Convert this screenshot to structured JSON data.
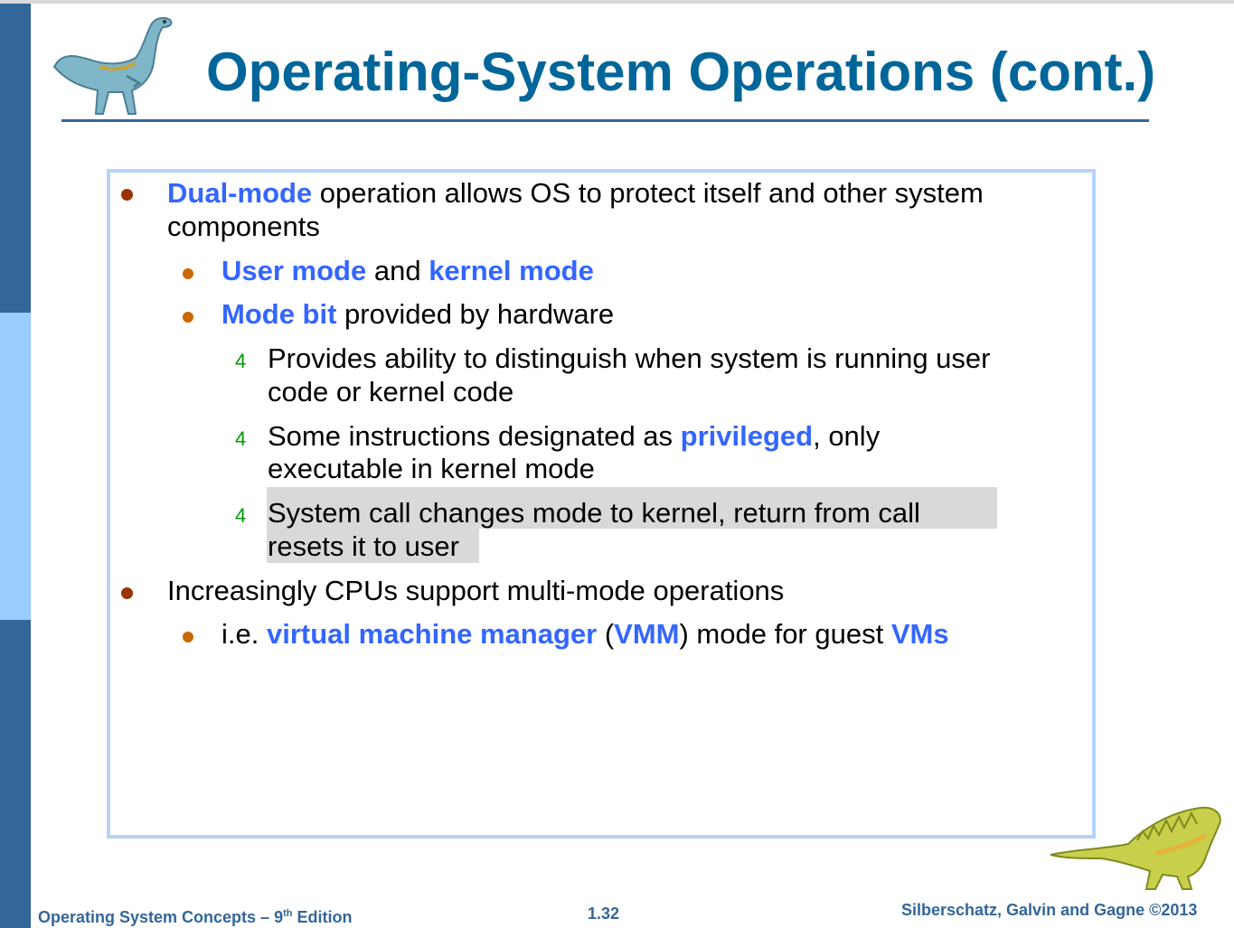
{
  "slide": {
    "title": "Operating-System Operations (cont.)",
    "bullets": {
      "b1": {
        "term": "Dual-mode",
        "rest_line1": " operation allows OS to protect itself and other system",
        "line2": "components"
      },
      "b1_1": {
        "term1": "User mode",
        "mid": " and ",
        "term2": "kernel mode"
      },
      "b1_2": {
        "term": "Mode bit",
        "rest": " provided by hardware"
      },
      "b1_2_1": {
        "marker": "4",
        "line1": "Provides ability to distinguish when system is running user",
        "line2": "code or kernel code"
      },
      "b1_2_2": {
        "marker": "4",
        "pre": "Some instructions designated as ",
        "term": "privileged",
        "post": ", only",
        "line2": "executable in kernel mode"
      },
      "b1_2_3": {
        "marker": "4",
        "line1": "System call changes mode to kernel, return from call",
        "line2": "resets it to user"
      },
      "b2": {
        "text": "Increasingly CPUs support multi-mode operations"
      },
      "b2_1": {
        "pre": "i.e. ",
        "term1": "virtual machine manager",
        "paren_open": " (",
        "term2": "VMM",
        "mid": ") mode for guest ",
        "term3": "VMs"
      }
    }
  },
  "footer": {
    "left_main": "Operating System Concepts – 9",
    "left_sup": "th",
    "left_end": " Edition",
    "page_number": "1.32",
    "right": "Silberschatz, Galvin and Gagne ©2013"
  },
  "colors": {
    "title": "#006699",
    "highlight": "#3366ff",
    "left_bar_dark": "#336699",
    "left_bar_light": "#99ccff",
    "box_border": "#b7d3f5",
    "bullet_l1": "#993300",
    "bullet_l2": "#cc6600",
    "marker_l3": "#009900"
  }
}
